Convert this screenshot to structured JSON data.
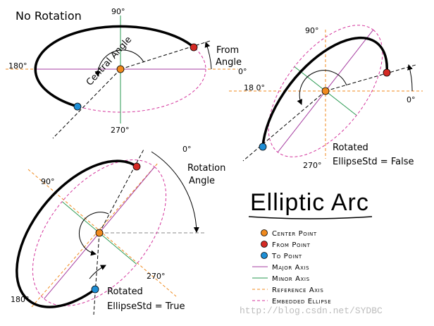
{
  "diagram1": {
    "title": "No Rotation",
    "deg90": "90°",
    "deg180": "180°",
    "deg270": "270°",
    "deg0": "0°",
    "central_angle": "Central Angle",
    "from_angle_line1": "From",
    "from_angle_line2": "Angle"
  },
  "diagram2": {
    "deg90": "90°",
    "deg180": "18 0°",
    "deg270": "270°",
    "deg0": "0°",
    "caption_line1": "Rotated",
    "caption_line2": "EllipseStd = False"
  },
  "diagram3": {
    "deg0": "0°",
    "deg90": "90°",
    "deg180": "180°",
    "deg270": "270°",
    "rotation_line1": "Rotation",
    "rotation_line2": "Angle",
    "caption_line1": "Rotated",
    "caption_line2": "EllipseStd = True"
  },
  "legend": {
    "title": "Elliptic Arc",
    "items": [
      {
        "label": "Center Point",
        "color": "#f08a1e",
        "kind": "dot"
      },
      {
        "label": "From Point",
        "color": "#d42a24",
        "kind": "dot"
      },
      {
        "label": "To Point",
        "color": "#1e8fd6",
        "kind": "dot"
      },
      {
        "label": "Major Axis",
        "color": "#a53ca0",
        "kind": "line"
      },
      {
        "label": "Minor Axis",
        "color": "#2a9a52",
        "kind": "line"
      },
      {
        "label": "Reference Axis",
        "color": "#f08a1e",
        "kind": "dash"
      },
      {
        "label": "Embedded Ellipse",
        "color": "#d4359c",
        "kind": "dash"
      }
    ]
  },
  "watermark": "http://blog.csdn.net/SYDBC"
}
